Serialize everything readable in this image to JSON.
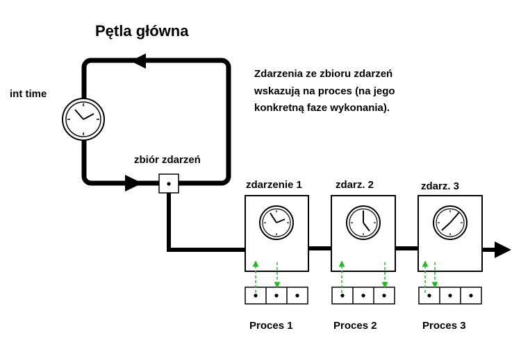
{
  "title": "Pętla główna",
  "clock_label": "int time",
  "event_set_label": "zbiór zdarzeń",
  "note_lines": [
    "Zdarzenia ze zbioru zdarzeń",
    "wskazują na proces (na jego",
    "konkretną faze wykonania)."
  ],
  "events": [
    {
      "label": "zdarzenie 1",
      "process": "Proces 1"
    },
    {
      "label": "zdarz. 2",
      "process": "Proces 2"
    },
    {
      "label": "zdarz. 3",
      "process": "Proces 3"
    }
  ],
  "colors": {
    "line": "#000000",
    "pointer_arrow": "#22bb22"
  }
}
